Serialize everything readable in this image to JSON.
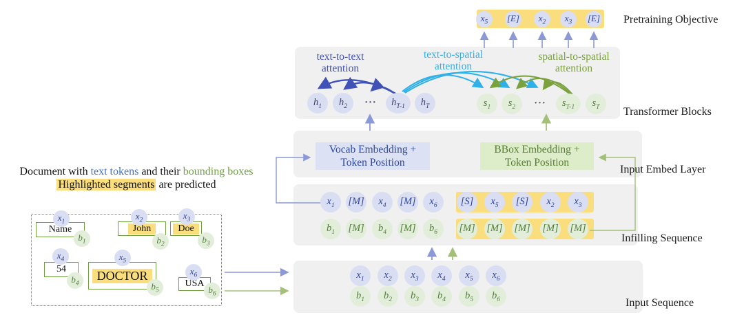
{
  "colors": {
    "highlight_yellow": "#fadd7d",
    "band_gray": "#f0f0f1",
    "token_blue_bg": "#d9def2",
    "token_blue_text": "#2e4496",
    "token_green_bg": "#e2eeda",
    "token_green_text": "#4f7d36",
    "attention_text_to_text": "#4052b8",
    "attention_text_to_spatial": "#2fb0e8",
    "attention_spatial_to_spatial": "#7aa23c",
    "arrow_blue": "#8b99d6",
    "arrow_green": "#a4c078",
    "field_border_green": "#70a041",
    "vocab_box_bg": "#dce1f4",
    "bbox_box_bg": "#ddedca"
  },
  "caption": {
    "line1_a": "Document with ",
    "line1_b": "text tokens",
    "line1_c": " and their ",
    "line1_d": "bounding boxes",
    "line2_a": "Highlighted segments",
    "line2_b": " are predicted"
  },
  "side_labels": {
    "pretraining": "Pretraining Objective",
    "transformer": "Transformer Blocks",
    "embed": "Input Embed Layer",
    "infilling": "Infilling Sequence",
    "input": "Input Sequence"
  },
  "attention_labels": {
    "t2t_line1": "text-to-text",
    "t2t_line2": "attention",
    "t2s_line1": "text-to-spatial",
    "t2s_line2": "attention",
    "s2s_line1": "spatial-to-spatial",
    "s2s_line2": "attention"
  },
  "embed_layer": {
    "vocab_line1": "Vocab Embedding +",
    "vocab_line2": "Token Position",
    "bbox_line1": "BBox Embedding +",
    "bbox_line2": "Token Position"
  },
  "pretraining_tokens": [
    {
      "base": "x",
      "sub": "5"
    },
    {
      "base": "[E]",
      "sub": ""
    },
    {
      "base": "x",
      "sub": "2"
    },
    {
      "base": "x",
      "sub": "3"
    },
    {
      "base": "[E]",
      "sub": ""
    }
  ],
  "transformer_tokens": {
    "h": [
      {
        "base": "h",
        "sub": "1"
      },
      {
        "base": "h",
        "sub": "2"
      },
      {
        "base": "···",
        "sub": ""
      },
      {
        "base": "h",
        "sub": "T-1"
      },
      {
        "base": "h",
        "sub": "T"
      }
    ],
    "s": [
      {
        "base": "s",
        "sub": "1"
      },
      {
        "base": "s",
        "sub": "2"
      },
      {
        "base": "···",
        "sub": ""
      },
      {
        "base": "s",
        "sub": "T-1"
      },
      {
        "base": "s",
        "sub": "T"
      }
    ]
  },
  "infilling_tokens": {
    "text_plain": [
      {
        "base": "x",
        "sub": "1"
      },
      {
        "base": "[M]",
        "sub": ""
      },
      {
        "base": "x",
        "sub": "4"
      },
      {
        "base": "[M]",
        "sub": ""
      },
      {
        "base": "x",
        "sub": "6"
      }
    ],
    "text_highlighted": [
      {
        "base": "[S]",
        "sub": ""
      },
      {
        "base": "x",
        "sub": "5"
      },
      {
        "base": "[S]",
        "sub": ""
      },
      {
        "base": "x",
        "sub": "2"
      },
      {
        "base": "x",
        "sub": "3"
      }
    ],
    "bbox_plain": [
      {
        "base": "b",
        "sub": "1"
      },
      {
        "base": "[M]",
        "sub": ""
      },
      {
        "base": "b",
        "sub": "4"
      },
      {
        "base": "[M]",
        "sub": ""
      },
      {
        "base": "b",
        "sub": "6"
      }
    ],
    "bbox_highlighted": [
      {
        "base": "[M]",
        "sub": ""
      },
      {
        "base": "[M]",
        "sub": ""
      },
      {
        "base": "[M]",
        "sub": ""
      },
      {
        "base": "[M]",
        "sub": ""
      },
      {
        "base": "[M]",
        "sub": ""
      }
    ]
  },
  "input_tokens": {
    "x": [
      {
        "base": "x",
        "sub": "1"
      },
      {
        "base": "x",
        "sub": "2"
      },
      {
        "base": "x",
        "sub": "3"
      },
      {
        "base": "x",
        "sub": "4"
      },
      {
        "base": "x",
        "sub": "5"
      },
      {
        "base": "x",
        "sub": "6"
      }
    ],
    "b": [
      {
        "base": "b",
        "sub": "1"
      },
      {
        "base": "b",
        "sub": "2"
      },
      {
        "base": "b",
        "sub": "3"
      },
      {
        "base": "b",
        "sub": "4"
      },
      {
        "base": "b",
        "sub": "5"
      },
      {
        "base": "b",
        "sub": "6"
      }
    ]
  },
  "document_example": {
    "fields": [
      {
        "label": "Name",
        "highlighted": false,
        "x_tag": {
          "base": "x",
          "sub": "1"
        },
        "b_tag": {
          "base": "b",
          "sub": "1"
        }
      },
      {
        "label": "John",
        "highlighted": true,
        "x_tag": {
          "base": "x",
          "sub": "2"
        },
        "b_tag": {
          "base": "b",
          "sub": "2"
        }
      },
      {
        "label": "Doe",
        "highlighted": true,
        "x_tag": {
          "base": "x",
          "sub": "3"
        },
        "b_tag": {
          "base": "b",
          "sub": "3"
        }
      },
      {
        "label": "54",
        "highlighted": false,
        "x_tag": {
          "base": "x",
          "sub": "4"
        },
        "b_tag": {
          "base": "b",
          "sub": "4"
        }
      },
      {
        "label": "DOCTOR",
        "highlighted": true,
        "x_tag": {
          "base": "x",
          "sub": "5"
        },
        "b_tag": {
          "base": "b",
          "sub": "5"
        }
      },
      {
        "label": "USA",
        "highlighted": false,
        "x_tag": {
          "base": "x",
          "sub": "6"
        },
        "b_tag": {
          "base": "b",
          "sub": "6"
        }
      }
    ]
  }
}
